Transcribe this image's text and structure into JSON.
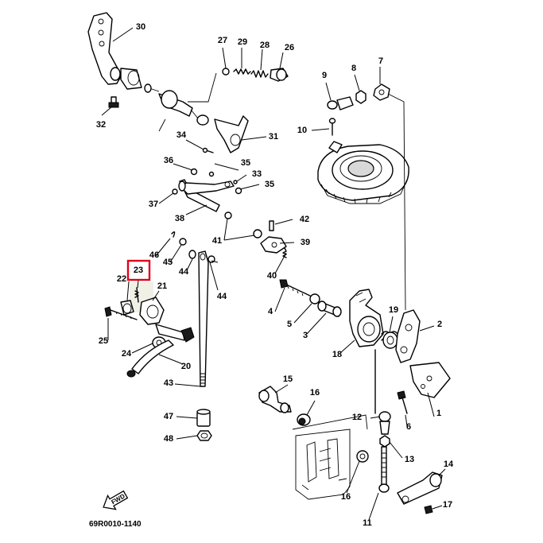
{
  "callouts": [
    {
      "id": "c1",
      "label": "1"
    },
    {
      "id": "c2",
      "label": "2"
    },
    {
      "id": "c3",
      "label": "3"
    },
    {
      "id": "c4",
      "label": "4"
    },
    {
      "id": "c5",
      "label": "5"
    },
    {
      "id": "c6",
      "label": "6"
    },
    {
      "id": "c7",
      "label": "7"
    },
    {
      "id": "c8",
      "label": "8"
    },
    {
      "id": "c9",
      "label": "9"
    },
    {
      "id": "c10",
      "label": "10"
    },
    {
      "id": "c11",
      "label": "11"
    },
    {
      "id": "c12",
      "label": "12"
    },
    {
      "id": "c13",
      "label": "13"
    },
    {
      "id": "c14",
      "label": "14"
    },
    {
      "id": "c15",
      "label": "15"
    },
    {
      "id": "c16a",
      "label": "16"
    },
    {
      "id": "c16b",
      "label": "16"
    },
    {
      "id": "c17",
      "label": "17"
    },
    {
      "id": "c18",
      "label": "18"
    },
    {
      "id": "c19",
      "label": "19"
    },
    {
      "id": "c20",
      "label": "20"
    },
    {
      "id": "c21",
      "label": "21"
    },
    {
      "id": "c22",
      "label": "22"
    },
    {
      "id": "c23",
      "label": "23"
    },
    {
      "id": "c24",
      "label": "24"
    },
    {
      "id": "c25",
      "label": "25"
    },
    {
      "id": "c26",
      "label": "26"
    },
    {
      "id": "c27",
      "label": "27"
    },
    {
      "id": "c28",
      "label": "28"
    },
    {
      "id": "c29",
      "label": "29"
    },
    {
      "id": "c30",
      "label": "30"
    },
    {
      "id": "c31",
      "label": "31"
    },
    {
      "id": "c32",
      "label": "32"
    },
    {
      "id": "c33",
      "label": "33"
    },
    {
      "id": "c34",
      "label": "34"
    },
    {
      "id": "c35a",
      "label": "35"
    },
    {
      "id": "c35b",
      "label": "35"
    },
    {
      "id": "c36",
      "label": "36"
    },
    {
      "id": "c37",
      "label": "37"
    },
    {
      "id": "c38",
      "label": "38"
    },
    {
      "id": "c39",
      "label": "39"
    },
    {
      "id": "c40",
      "label": "40"
    },
    {
      "id": "c41",
      "label": "41"
    },
    {
      "id": "c42",
      "label": "42"
    },
    {
      "id": "c43",
      "label": "43"
    },
    {
      "id": "c44a",
      "label": "44"
    },
    {
      "id": "c44b",
      "label": "44"
    },
    {
      "id": "c45",
      "label": "45"
    },
    {
      "id": "c46",
      "label": "46"
    },
    {
      "id": "c47",
      "label": "47"
    },
    {
      "id": "c48",
      "label": "48"
    }
  ],
  "highlighted_callout": "23",
  "diagram_code": "69R0010-1140",
  "fwd_arrow_text": "FWD",
  "colors": {
    "ink": "#000000",
    "highlight": "#e0001b",
    "background": "#ffffff",
    "shade": "#d8d8d8"
  }
}
